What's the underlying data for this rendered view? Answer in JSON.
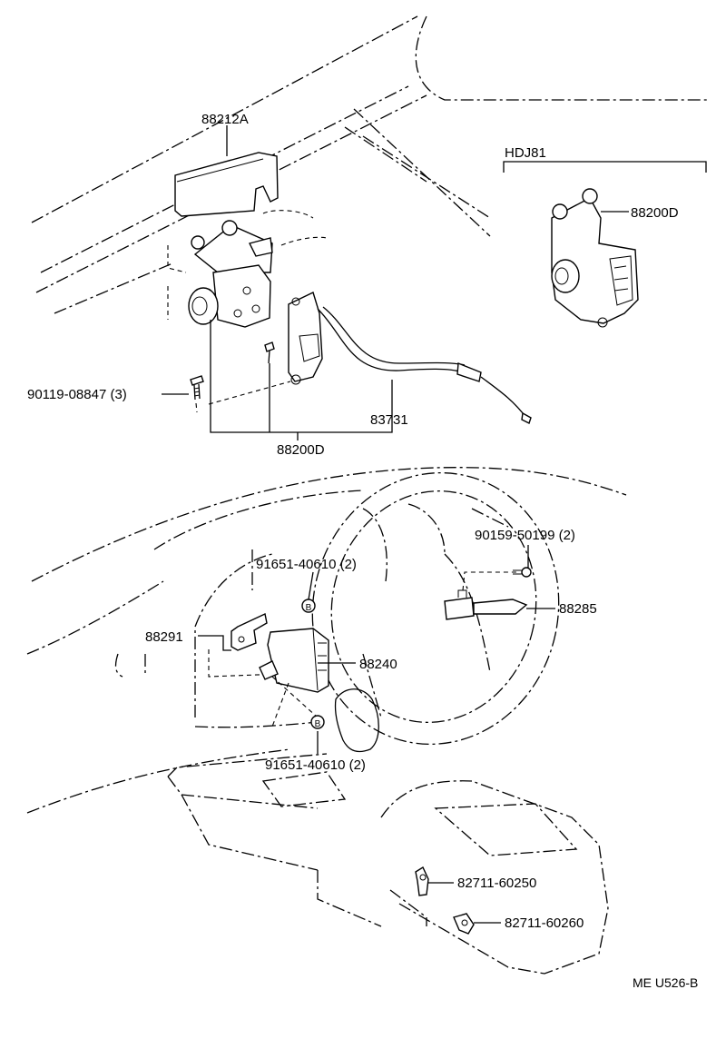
{
  "callouts": {
    "top_cover": "88212A",
    "variant_label": "HDJ81",
    "hdj81_actuator": "88200D",
    "bolt": "90119-08847 (3)",
    "cable": "83731",
    "actuator_assembly": "88200D",
    "screw_upper": "90159-50199 (2)",
    "nut_upper": "91651-40610 (2)",
    "switch": "88285",
    "bracket": "88291",
    "computer": "88240",
    "nut_lower": "91651-40610 (2)",
    "clip_a": "82711-60250",
    "clip_b": "82711-60260",
    "footer_code": "ME U526-B"
  },
  "markers": {
    "nut_marker_upper": "B",
    "nut_marker_lower": "B"
  },
  "colors": {
    "ink": "#000000",
    "paper": "#ffffff"
  }
}
